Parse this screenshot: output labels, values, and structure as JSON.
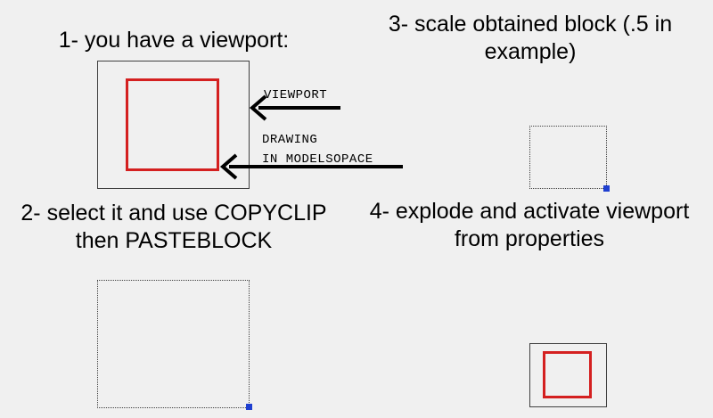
{
  "steps": {
    "step1": {
      "line1": "1- you have a viewport:"
    },
    "step2": {
      "line1": "2- select it and use COPYCLIP",
      "line2": "then PASTEBLOCK"
    },
    "step3": {
      "line1": "3- scale obtained block (.5 in",
      "line2": "example)"
    },
    "step4": {
      "line1": "4- explode and activate viewport",
      "line2": "from properties"
    }
  },
  "labels": {
    "viewport": "VIEWPORT",
    "drawing_line1": "DRAWING",
    "drawing_line2": "IN MODELSOPACE"
  },
  "colors": {
    "background": "#f0f0f0",
    "frame": "#404040",
    "drawing": "#d42020",
    "grip": "#1f3fd0",
    "arrow": "#000000"
  }
}
